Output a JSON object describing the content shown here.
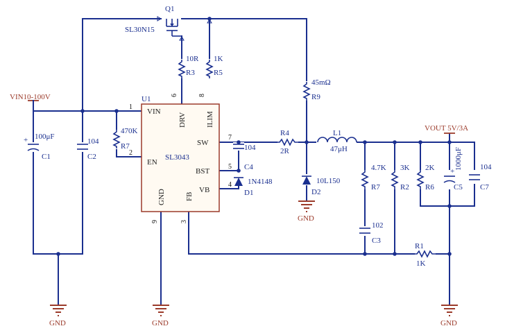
{
  "ic": {
    "ref": "U1",
    "part": "SL3043",
    "pins": {
      "vin": "VIN",
      "en": "EN",
      "gnd": "GND",
      "fb": "FB",
      "drv": "DRV",
      "ilim": "ILIM",
      "sw": "SW",
      "bst": "BST",
      "vb": "VB"
    },
    "pin_numbers": {
      "vin": "1",
      "en": "2",
      "fb": "3",
      "vb": "4",
      "bst": "5",
      "drv": "6",
      "sw": "7",
      "ilim": "8",
      "gnd": "9"
    }
  },
  "mosfet": {
    "ref": "Q1",
    "part": "SL30N15"
  },
  "power": {
    "vin": "VIN10-100V",
    "vout": "VOUT 5V/3A"
  },
  "ground_label": "GND",
  "components": {
    "c1": {
      "ref": "C1",
      "value": "100μF"
    },
    "c2": {
      "ref": "C2",
      "value": "104"
    },
    "r7_left": {
      "ref": "R7",
      "value": "470K"
    },
    "r3": {
      "ref": "R3",
      "value": "10R"
    },
    "r5": {
      "ref": "R5",
      "value": "1K"
    },
    "r9": {
      "ref": "R9",
      "value": "45mΩ"
    },
    "c4": {
      "ref": "C4",
      "value": "104"
    },
    "d1": {
      "ref": "D1",
      "value": "1N4148"
    },
    "r4": {
      "ref": "R4",
      "value": "2R"
    },
    "l1": {
      "ref": "L1",
      "value": "47μH"
    },
    "d2": {
      "ref": "D2",
      "value": "10L150"
    },
    "r7_right": {
      "ref": "R7",
      "value": "4.7K"
    },
    "c3": {
      "ref": "C3",
      "value": "102"
    },
    "r2": {
      "ref": "R2",
      "value": "3K"
    },
    "r6": {
      "ref": "R6",
      "value": "2K"
    },
    "c5": {
      "ref": "C5",
      "value": "1000μF"
    },
    "c7": {
      "ref": "C7",
      "value": "104"
    },
    "r1": {
      "ref": "R1",
      "value": "1K"
    }
  }
}
